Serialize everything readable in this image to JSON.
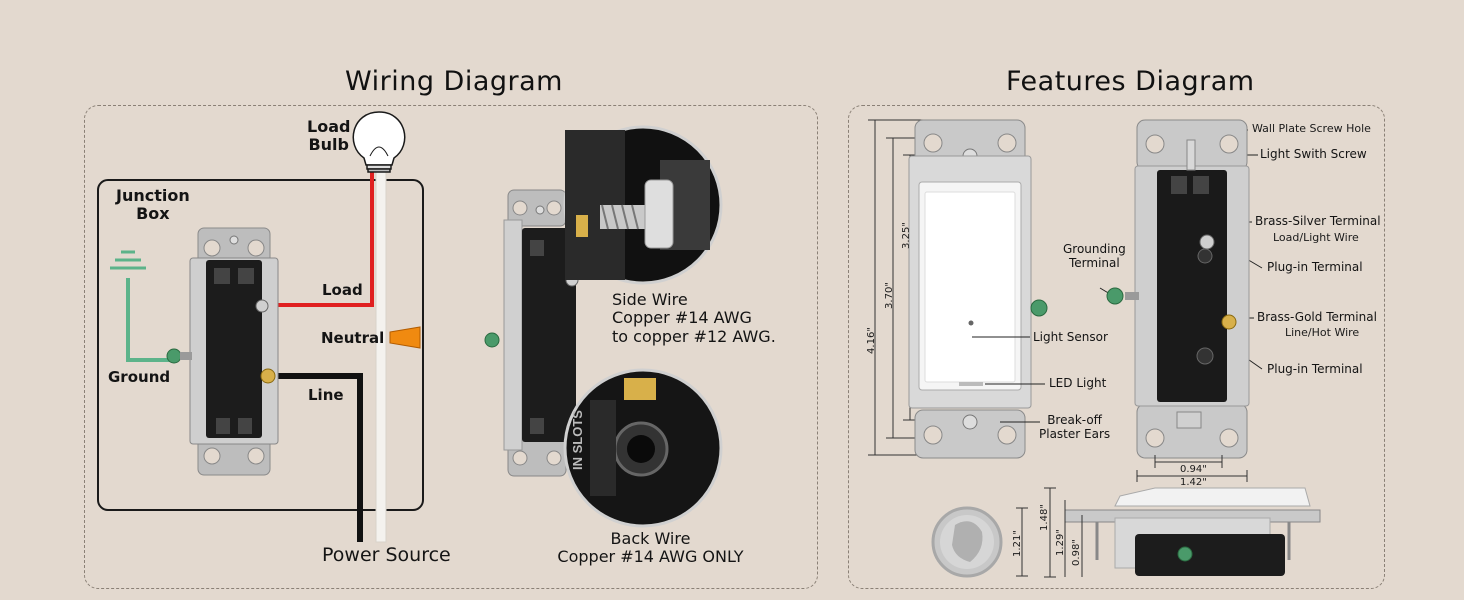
{
  "wiring": {
    "title": "Wiring Diagram",
    "load_bulb_line1": "Load",
    "load_bulb_line2": "Bulb",
    "junction_line1": "Junction",
    "junction_line2": "Box",
    "load": "Load",
    "neutral": "Neutral",
    "ground": "Ground",
    "line": "Line",
    "power_source": "Power Source",
    "side_wire_line1": "Side Wire",
    "side_wire_line2": "Copper #14 AWG",
    "side_wire_line3": "to copper #12 AWG.",
    "back_wire_line1": "Back Wire",
    "back_wire_line2": "Copper #14 AWG ONLY",
    "slots_text": "IN SLOTS"
  },
  "features": {
    "title": "Features Diagram",
    "grounding_line1": "Grounding",
    "grounding_line2": "Terminal",
    "light_sensor": "Light Sensor",
    "led_light": "LED Light",
    "breakoff_line1": "Break-off",
    "breakoff_line2": "Plaster Ears",
    "wall_plate_screw_hole": "Wall Plate Screw Hole",
    "light_switch_screw": "Light Swith Screw",
    "brass_silver": "Brass-Silver Terminal",
    "load_light_wire": "Load/Light Wire",
    "plugin_1": "Plug-in Terminal",
    "brass_gold": "Brass-Gold Terminal",
    "line_hot_wire": "Line/Hot Wire",
    "plugin_2": "Plug-in Terminal",
    "dims": {
      "d325": "3.25\"",
      "d370": "3.70\"",
      "d416": "4.16\"",
      "d094": "0.94\"",
      "d142": "1.42\"",
      "d148": "1.48\"",
      "d129": "1.29\"",
      "d098": "0.98\"",
      "d121": "1.21\""
    }
  },
  "colors": {
    "background": "#e3d9cf",
    "load_wire": "#e02020",
    "line_wire": "#111111",
    "neutral_wire": "#f4f2ee",
    "ground_wire": "#5cb38a",
    "wire_nut": "#f08a10"
  }
}
